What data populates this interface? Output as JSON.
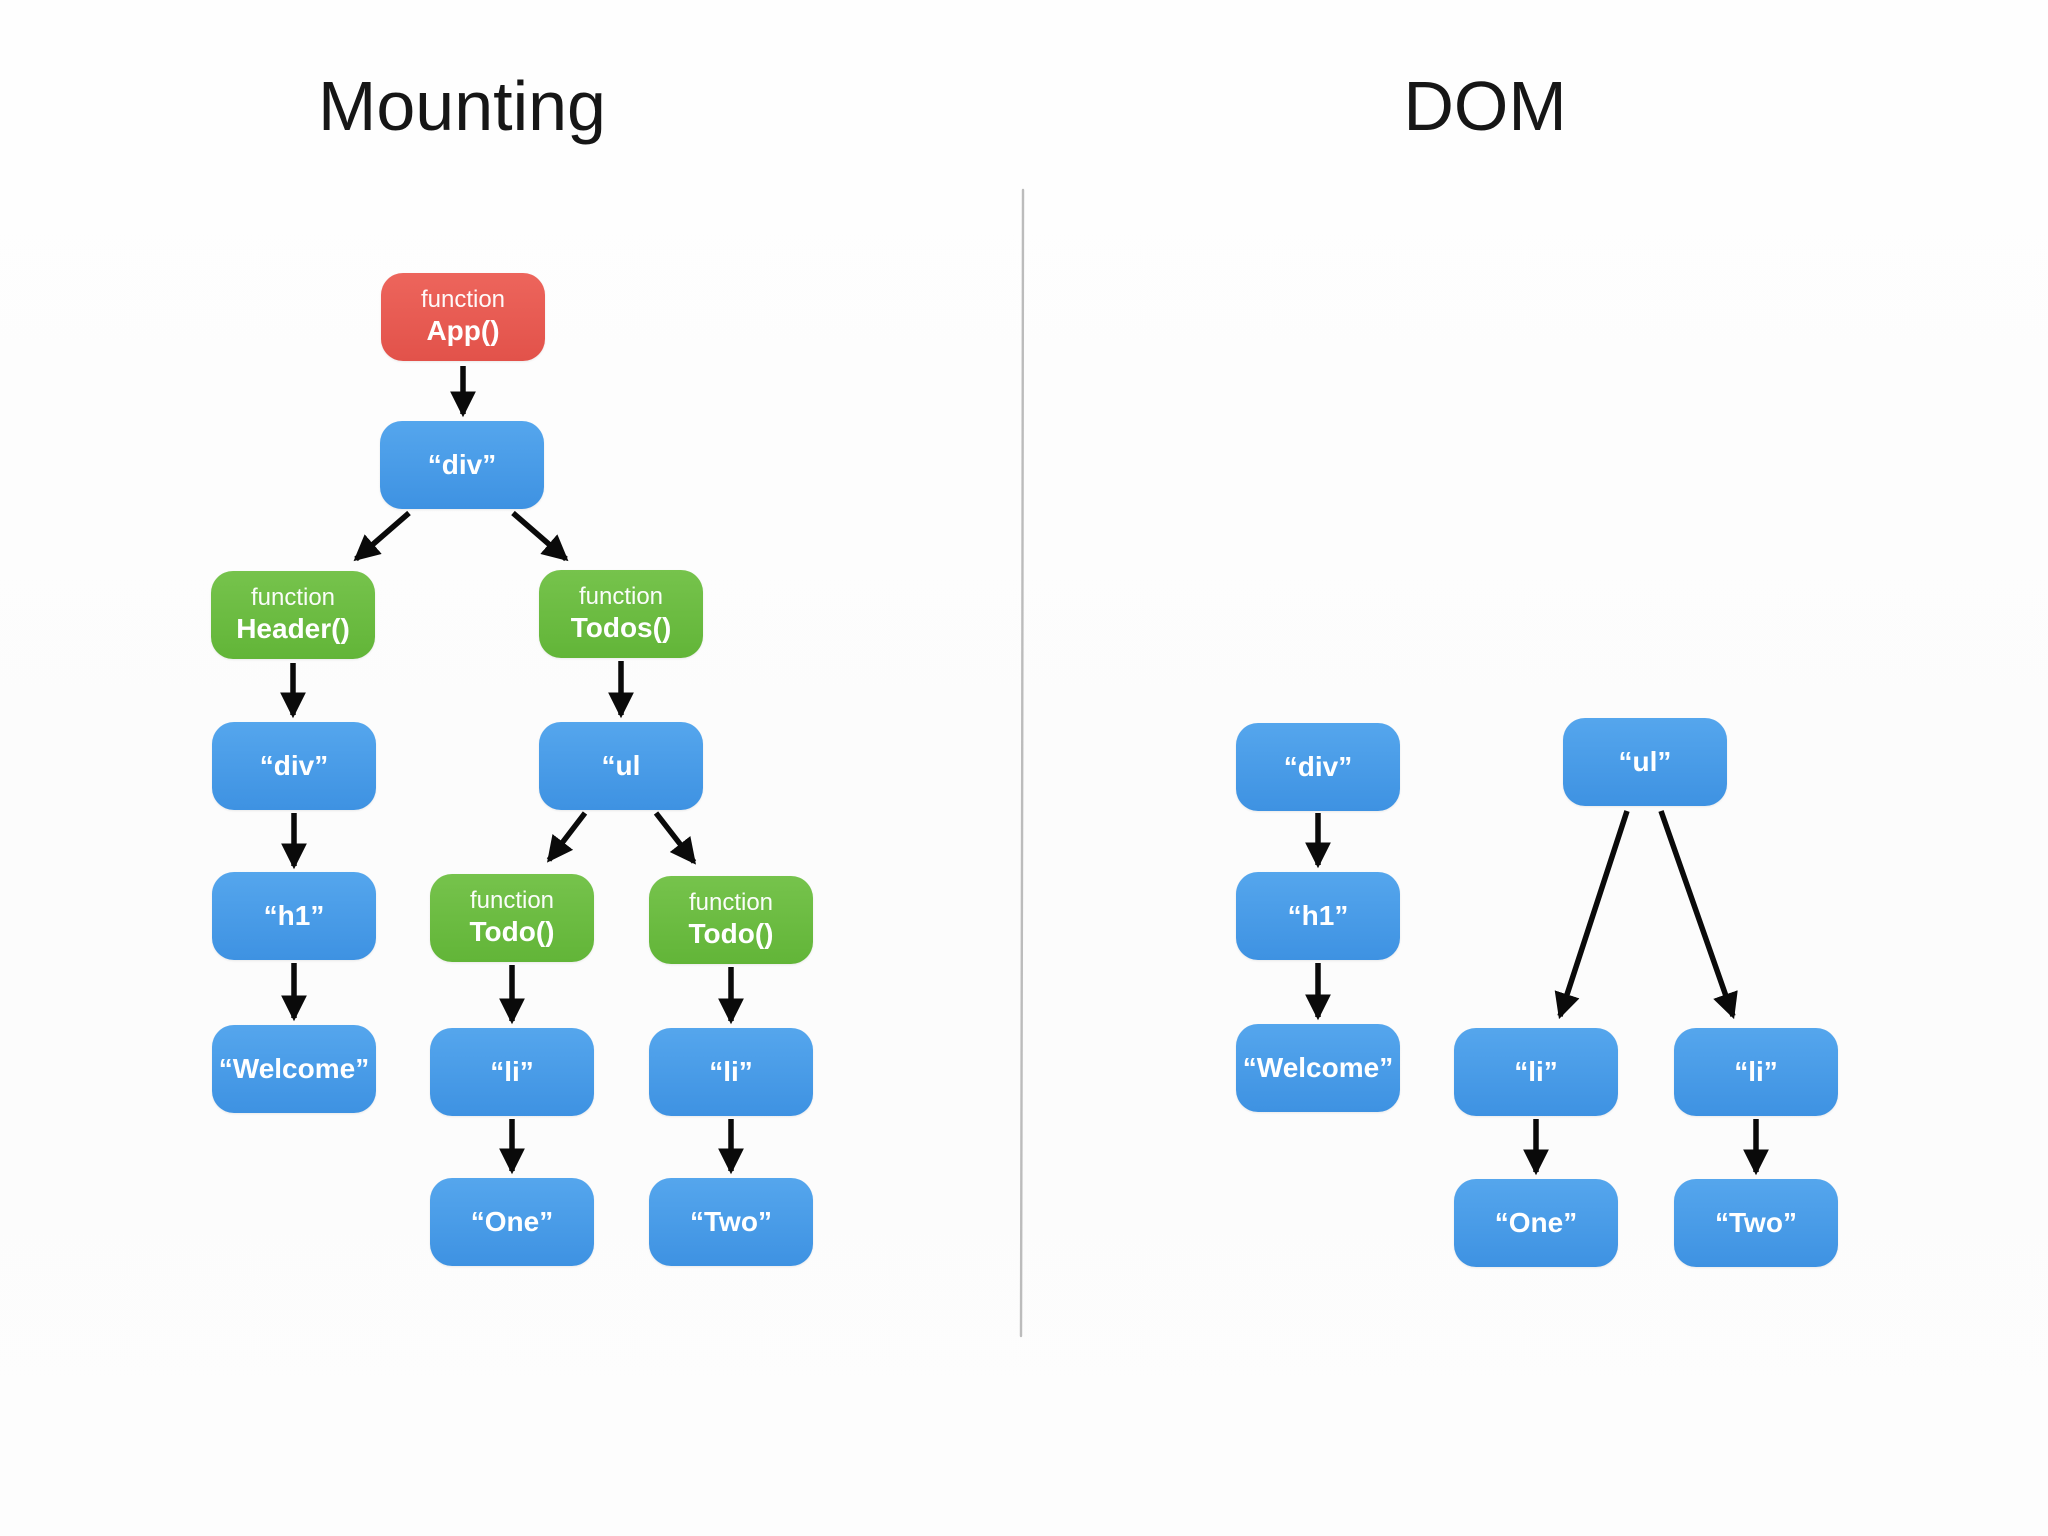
{
  "titles": {
    "mounting": "Mounting",
    "dom": "DOM"
  },
  "colors": {
    "function_component_red": "#e7574e",
    "host_element_blue": "#469ae6",
    "function_component_green": "#6cbc43",
    "arrow_black": "#0a0a0a",
    "divider_gray": "#ababab",
    "node_text": "#ffffff",
    "title_text": "#161616"
  },
  "mounting": {
    "nodes": {
      "app": {
        "line1": "function",
        "line2": "App()"
      },
      "div_root": {
        "label": "“div”"
      },
      "header": {
        "line1": "function",
        "line2": "Header()"
      },
      "todos": {
        "line1": "function",
        "line2": "Todos()"
      },
      "div": {
        "label": "“div”"
      },
      "h1": {
        "label": "“h1”"
      },
      "welcome": {
        "label": "“Welcome”"
      },
      "ul": {
        "label": "“ul"
      },
      "todo1": {
        "line1": "function",
        "line2": "Todo()"
      },
      "todo2": {
        "line1": "function",
        "line2": "Todo()"
      },
      "li1": {
        "label": "“li”"
      },
      "li2": {
        "label": "“li”"
      },
      "one": {
        "label": "“One”"
      },
      "two": {
        "label": "“Two”"
      }
    },
    "edges": [
      [
        "app",
        "div_root"
      ],
      [
        "div_root",
        "header"
      ],
      [
        "div_root",
        "todos"
      ],
      [
        "header",
        "div"
      ],
      [
        "div",
        "h1"
      ],
      [
        "h1",
        "welcome"
      ],
      [
        "todos",
        "ul"
      ],
      [
        "ul",
        "todo1"
      ],
      [
        "ul",
        "todo2"
      ],
      [
        "todo1",
        "li1"
      ],
      [
        "li1",
        "one"
      ],
      [
        "todo2",
        "li2"
      ],
      [
        "li2",
        "two"
      ]
    ]
  },
  "dom": {
    "nodes": {
      "div": {
        "label": "“div”"
      },
      "h1": {
        "label": "“h1”"
      },
      "welcome": {
        "label": "“Welcome”"
      },
      "ul": {
        "label": "“ul”"
      },
      "li1": {
        "label": "“li”"
      },
      "li2": {
        "label": "“li”"
      },
      "one": {
        "label": "“One”"
      },
      "two": {
        "label": "“Two”"
      }
    },
    "edges": [
      [
        "div",
        "h1"
      ],
      [
        "h1",
        "welcome"
      ],
      [
        "ul",
        "li1"
      ],
      [
        "ul",
        "li2"
      ],
      [
        "li1",
        "one"
      ],
      [
        "li2",
        "two"
      ]
    ]
  }
}
